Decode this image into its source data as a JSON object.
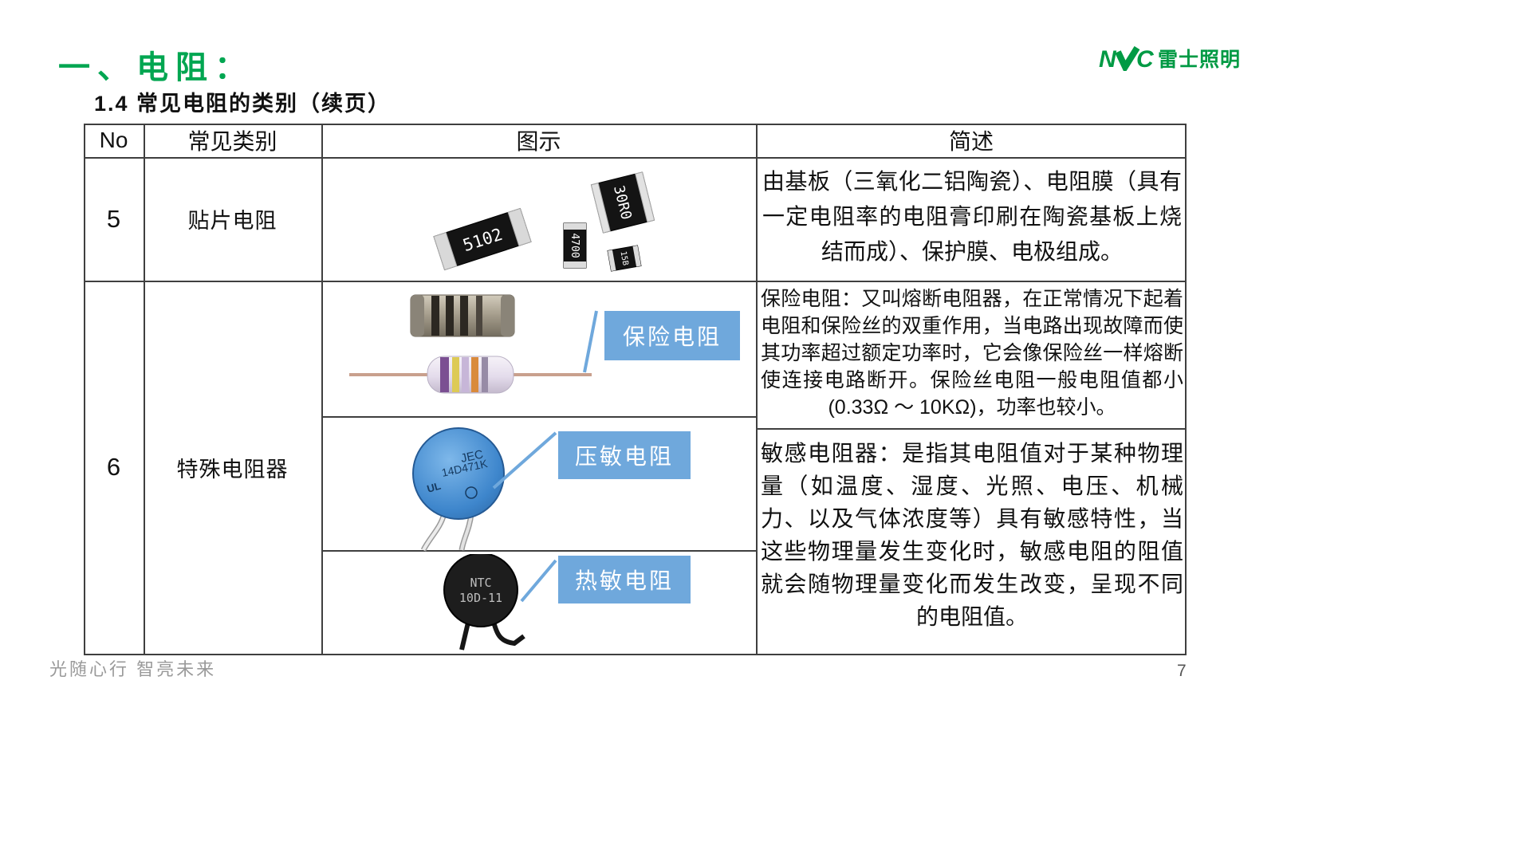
{
  "page": {
    "title": "一、电阻：",
    "subtitle": "1.4  常见电阻的类别（续页）",
    "footer": "光随心行   智亮未来",
    "page_number": "7"
  },
  "logo": {
    "mark_left": "N",
    "mark_right": "C",
    "name": "雷士照明"
  },
  "colors": {
    "accent_green": "#00A651",
    "logo_green": "#009A44",
    "label_blue": "#6FA8DC"
  },
  "table": {
    "headers": {
      "no": "No",
      "category": "常见类别",
      "image": "图示",
      "summary": "简述"
    },
    "row5": {
      "no": "5",
      "category": "贴片电阻",
      "summary": "由基板（三氧化二铝陶瓷）、电阻膜（具有一定电阻率的电阻膏印刷在陶瓷基板上烧结而成）、保护膜、电极组成。"
    },
    "row6": {
      "no": "6",
      "category": "特殊电阻器",
      "labels": {
        "fuse": "保险电阻",
        "varistor": "压敏电阻",
        "thermistor": "热敏电阻"
      },
      "summary_fuse": "保险电阻：又叫熔断电阻器，在正常情况下起着电阻和保险丝的双重作用，当电路出现故障而使其功率超过额定功率时，它会像保险丝一样熔断使连接电路断开。保险丝电阻一般电阻值都小 (0.33Ω ～ 10KΩ)，功率也较小。",
      "summary_sensitive": "敏感电阻器：是指其电阻值对于某种物理量（如温度、湿度、光照、电压、机械力、以及气体浓度等）具有敏感特性，当这些物理量发生变化时，敏感电阻的阻值就会随物理量变化而发生改变，呈现不同的电阻值。"
    }
  },
  "components": {
    "smd": {
      "c1": "5102",
      "c2": "30R0",
      "c3": "4700",
      "c4": "15B"
    },
    "varistor": {
      "line1": "JEC",
      "line2": "14D471K",
      "ul": "UL"
    },
    "thermistor": {
      "line1": "NTC",
      "line2": "10D-11"
    }
  }
}
